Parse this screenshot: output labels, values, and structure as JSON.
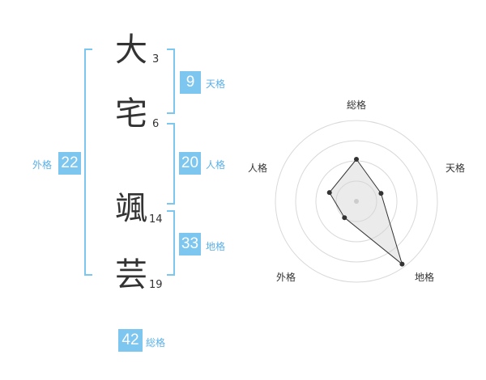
{
  "name": {
    "chars": [
      {
        "char": "大",
        "strokes": "3"
      },
      {
        "char": "宅",
        "strokes": "6"
      },
      {
        "char": "颯",
        "strokes": "14"
      },
      {
        "char": "芸",
        "strokes": "19"
      }
    ]
  },
  "kakusu": {
    "tenkaku": {
      "value": "9",
      "label": "天格"
    },
    "jinkaku": {
      "value": "20",
      "label": "人格"
    },
    "chikaku": {
      "value": "33",
      "label": "地格"
    },
    "gaikaku": {
      "value": "22",
      "label": "外格"
    },
    "soukaku": {
      "value": "42",
      "label": "総格"
    }
  },
  "chart_data": {
    "type": "radar",
    "axes": [
      "総格",
      "天格",
      "地格",
      "外格",
      "人格"
    ],
    "values": [
      0.52,
      0.32,
      0.96,
      0.25,
      0.35
    ],
    "grid_rings": 4
  }
}
